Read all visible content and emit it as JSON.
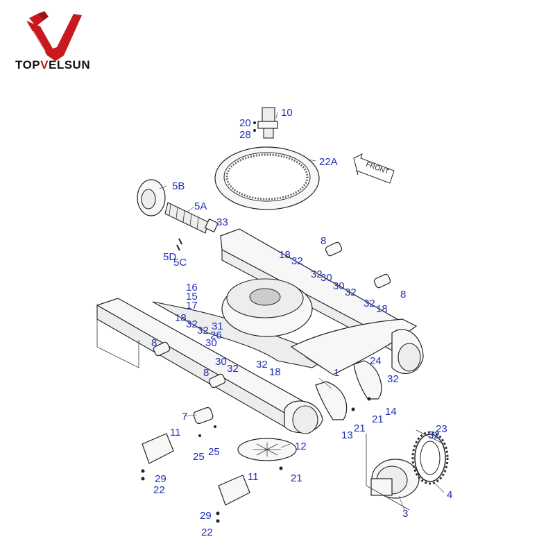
{
  "brand": {
    "name_prefix": "TOP",
    "name_accent": "V",
    "name_suffix": "ELSUN",
    "primary_color": "#c8191f"
  },
  "direction_arrow": {
    "text": "FRONT"
  },
  "labels": [
    {
      "id": "l10",
      "text": "10"
    },
    {
      "id": "l20",
      "text": "20"
    },
    {
      "id": "l28",
      "text": "28"
    },
    {
      "id": "l22A",
      "text": "22A"
    },
    {
      "id": "l5B",
      "text": "5B"
    },
    {
      "id": "l5A",
      "text": "5A"
    },
    {
      "id": "l33",
      "text": "33"
    },
    {
      "id": "l5D",
      "text": "5D"
    },
    {
      "id": "l5C",
      "text": "5C"
    },
    {
      "id": "l8a",
      "text": "8"
    },
    {
      "id": "l18a",
      "text": "18"
    },
    {
      "id": "l32a",
      "text": "32"
    },
    {
      "id": "l32b",
      "text": "32"
    },
    {
      "id": "l30a",
      "text": "30"
    },
    {
      "id": "l30b",
      "text": "30"
    },
    {
      "id": "l32c",
      "text": "32"
    },
    {
      "id": "l8b",
      "text": "8"
    },
    {
      "id": "l32d",
      "text": "32"
    },
    {
      "id": "l18b",
      "text": "18"
    },
    {
      "id": "l16",
      "text": "16"
    },
    {
      "id": "l15",
      "text": "15"
    },
    {
      "id": "l17",
      "text": "17"
    },
    {
      "id": "l18c",
      "text": "18"
    },
    {
      "id": "l32e",
      "text": "32"
    },
    {
      "id": "l32f",
      "text": "32"
    },
    {
      "id": "l31",
      "text": "31"
    },
    {
      "id": "l26",
      "text": "26"
    },
    {
      "id": "l30c",
      "text": "30"
    },
    {
      "id": "l8c",
      "text": "8"
    },
    {
      "id": "l30d",
      "text": "30"
    },
    {
      "id": "l32g",
      "text": "32"
    },
    {
      "id": "l18d",
      "text": "18"
    },
    {
      "id": "l32h",
      "text": "32"
    },
    {
      "id": "l8d",
      "text": "8"
    },
    {
      "id": "l1",
      "text": "1"
    },
    {
      "id": "l24",
      "text": "24"
    },
    {
      "id": "l32i",
      "text": "32"
    },
    {
      "id": "l14",
      "text": "14"
    },
    {
      "id": "l21a",
      "text": "21"
    },
    {
      "id": "l21b",
      "text": "21"
    },
    {
      "id": "l13",
      "text": "13"
    },
    {
      "id": "l7",
      "text": "7"
    },
    {
      "id": "l11a",
      "text": "11"
    },
    {
      "id": "l12",
      "text": "12"
    },
    {
      "id": "l25a",
      "text": "25"
    },
    {
      "id": "l25b",
      "text": "25"
    },
    {
      "id": "l23",
      "text": "23"
    },
    {
      "id": "l32j",
      "text": "32"
    },
    {
      "id": "l29a",
      "text": "29"
    },
    {
      "id": "l22a",
      "text": "22"
    },
    {
      "id": "l11b",
      "text": "11"
    },
    {
      "id": "l21c",
      "text": "21"
    },
    {
      "id": "l4",
      "text": "4"
    },
    {
      "id": "l3",
      "text": "3"
    },
    {
      "id": "l29b",
      "text": "29"
    },
    {
      "id": "l22b",
      "text": "22"
    }
  ]
}
